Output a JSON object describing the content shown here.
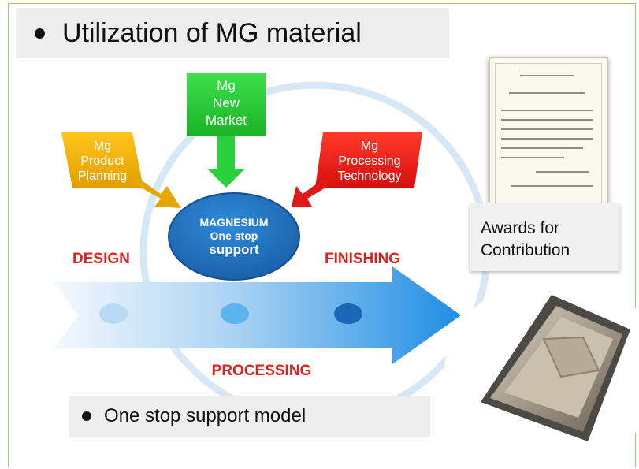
{
  "title": "Utilization of MG material",
  "boxes": {
    "product_planning": [
      "Mg",
      "Product",
      "Planning"
    ],
    "new_market": [
      "Mg",
      "New",
      "Market"
    ],
    "processing_technology": [
      "Mg",
      "Processing",
      "Technology"
    ]
  },
  "center": {
    "line1": "MAGNESIUM",
    "line2": "One stop",
    "line3": "support"
  },
  "stages": {
    "design": "DESIGN",
    "finishing": "FINISHING",
    "processing": "PROCESSING"
  },
  "awards": {
    "line1": "Awards for",
    "line2": "Contribution"
  },
  "footer": "One stop support model",
  "colors": {
    "product_planning": "#f2b000",
    "new_market": "#22c832",
    "processing_technology": "#ee1c1c",
    "center": "#1c72c4",
    "stage_text": "#e02020",
    "arrow": "#2a9ae8"
  }
}
